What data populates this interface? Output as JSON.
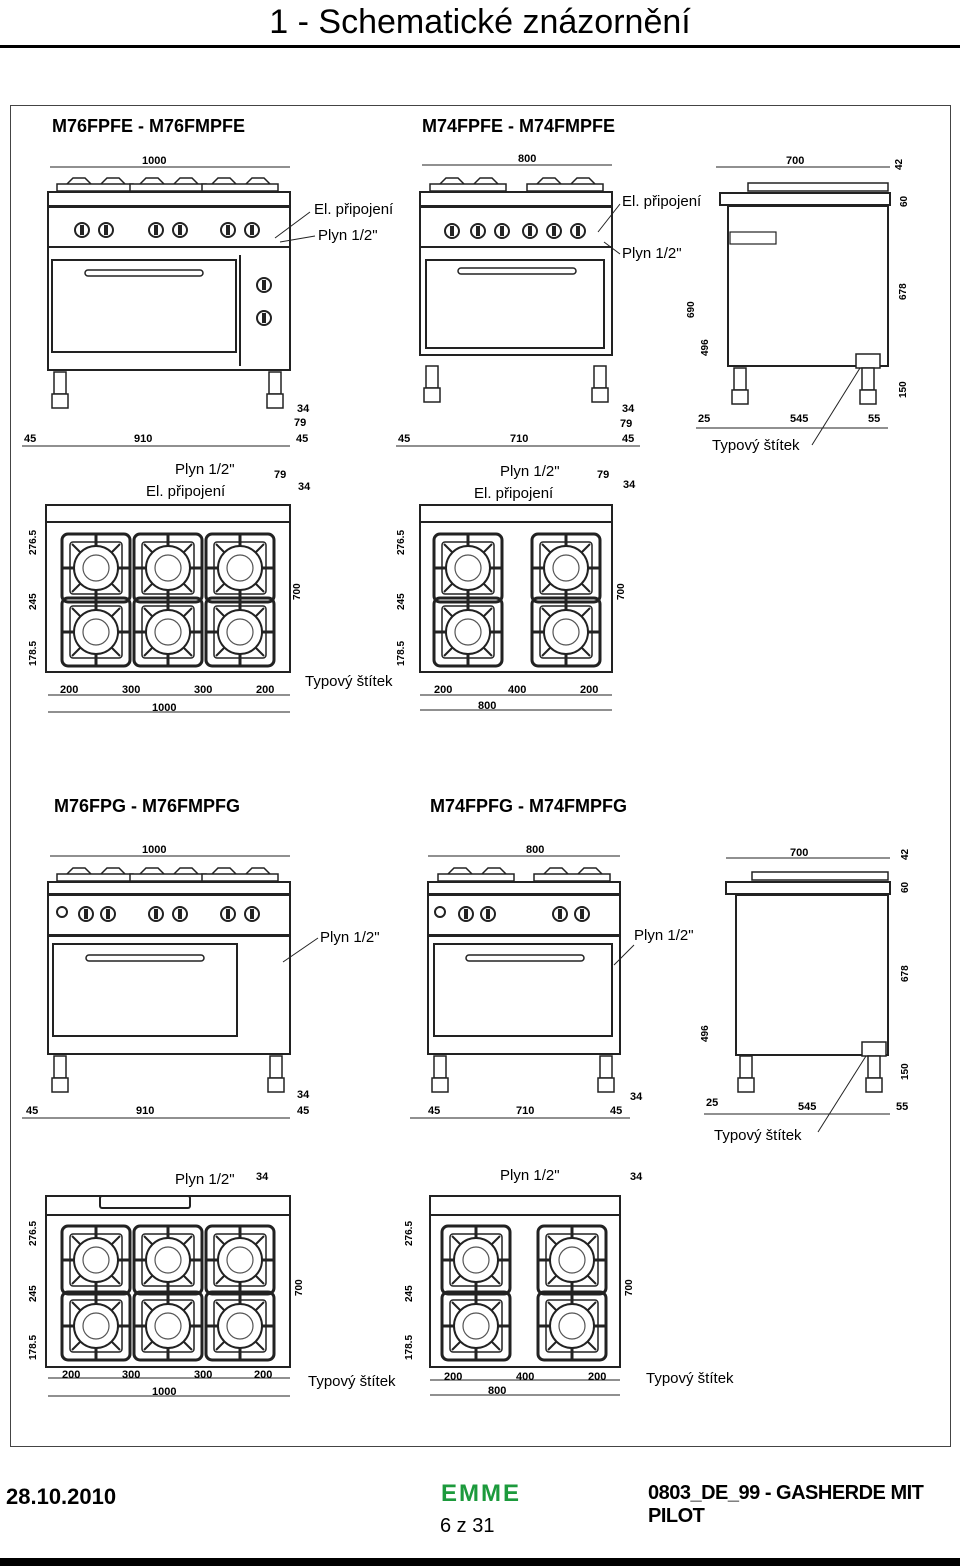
{
  "page": {
    "title": "1 - Schematické znázornění",
    "footer": {
      "date": "28.10.2010",
      "page_number": "6 z 31",
      "brand": "EMME",
      "doc_id": "0803_DE_99 - GASHERDE MIT PILOT"
    }
  },
  "labels": {
    "el": "El. připojení",
    "gas": "Plyn 1/2\"",
    "plate": "Typový štítek"
  },
  "models": {
    "m76e": "M76FPFE - M76FMPFE",
    "m74e": "M74FPFE - M74FMPFE",
    "m76g": "M76FPG - M76FMPFG",
    "m74g": "M74FPFG - M74FMPFG"
  },
  "dims": {
    "w1000": "1000",
    "w800": "800",
    "w700": "700",
    "w910": "910",
    "w710": "710",
    "d45": "45",
    "d34": "34",
    "d79": "79",
    "d42": "42",
    "d60": "60",
    "d690": "690",
    "d496": "496",
    "d678": "678",
    "d150": "150",
    "d25": "25",
    "d545": "545",
    "d55": "55",
    "d276": "276.5",
    "d245": "245",
    "d178": "178.5",
    "d200": "200",
    "d300": "300",
    "d400": "400"
  }
}
